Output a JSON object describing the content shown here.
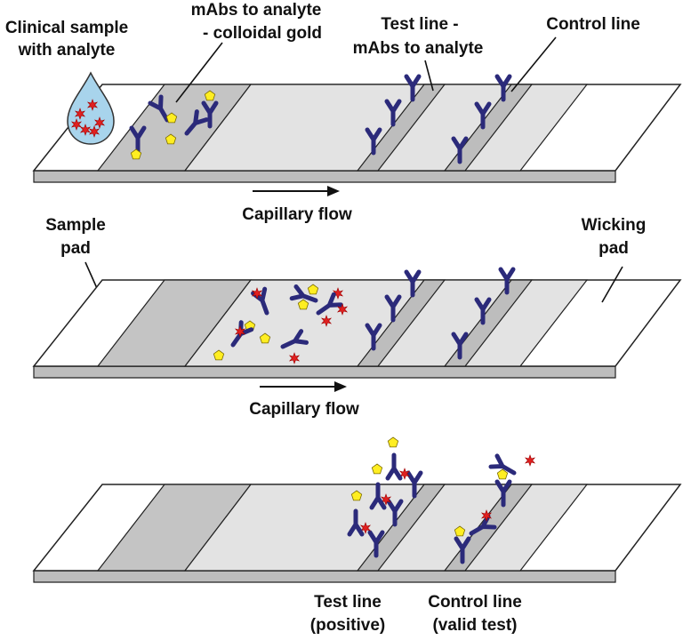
{
  "labels": {
    "clinical_sample_line1": "Clinical sample",
    "clinical_sample_line2": "with analyte",
    "mabs_gold_line1": "mAbs to analyte",
    "mabs_gold_line2": "- colloidal gold",
    "test_line_line1": "Test line -",
    "test_line_line2": "mAbs to analyte",
    "control_line": "Control line",
    "capillary_flow_1": "Capillary flow",
    "sample_pad_line1": "Sample",
    "sample_pad_line2": "pad",
    "wicking_pad_line1": "Wicking",
    "wicking_pad_line2": "pad",
    "capillary_flow_2": "Capillary flow",
    "test_line_positive_line1": "Test line",
    "test_line_positive_line2": "(positive)",
    "control_line_valid_line1": "Control line",
    "control_line_valid_line2": "(valid test)"
  },
  "colors": {
    "strip_white": "#ffffff",
    "conjugate_pad": "#c4c4c4",
    "membrane": "#e3e3e3",
    "line_band": "#bdbdbd",
    "antibody": "#2b2a7a",
    "gold": "#ffee22",
    "analyte": "#e02020",
    "drop": "#a8d4ec",
    "outline": "#222222"
  },
  "icons": [
    "antibody-icon",
    "gold-particle-icon",
    "analyte-star-icon",
    "sample-drop-icon",
    "flow-arrow-icon"
  ]
}
